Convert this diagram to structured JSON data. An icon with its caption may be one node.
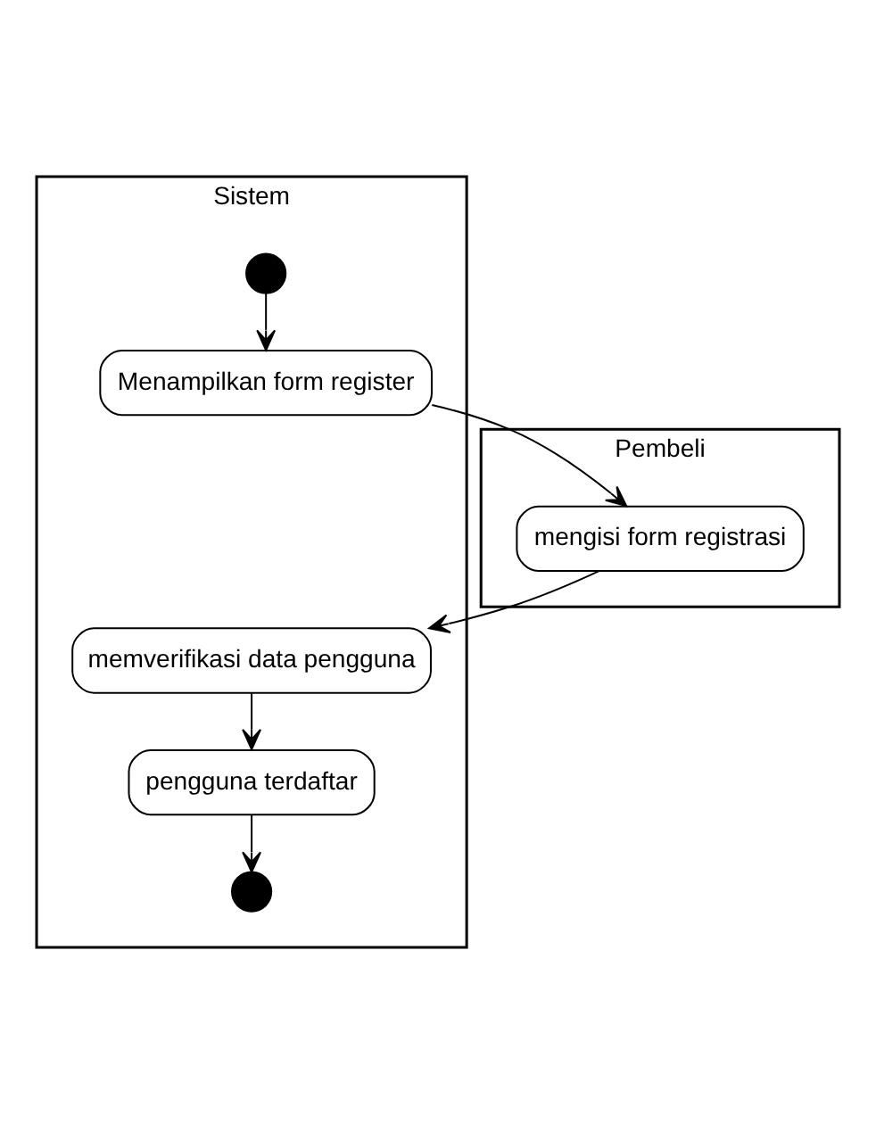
{
  "diagram": {
    "nodes": [
      {
        "text": [
          "Pembeli"
        ]
      },
      {
        "text": [
          "Sistem"
        ]
      },
      {
        "text": [],
        "shape": "circle",
        "in": 1
      },
      {
        "text": [
          "Menampilkan form register"
        ],
        "in": 1
      },
      {
        "text": [
          "mengisi form registrasi"
        ],
        "in": 0
      },
      {
        "text": [
          "memverifikasi data pengguna"
        ],
        "in": 1
      },
      {
        "text": [
          "pengguna terdaftar"
        ],
        "in": 1
      },
      {
        "text": [],
        "shape": "circle",
        "in": 1
      }
    ],
    "edges": [
      {
        "from": 2,
        "to": 3,
        "arrow": "to"
      },
      {
        "from": 3,
        "to": 4,
        "arrow": "to"
      },
      {
        "from": 4,
        "to": 5,
        "arrow": "to"
      },
      {
        "from": 5,
        "to": 6,
        "arrow": "to"
      },
      {
        "from": 6,
        "to": 7,
        "arrow": "to"
      }
    ]
  }
}
